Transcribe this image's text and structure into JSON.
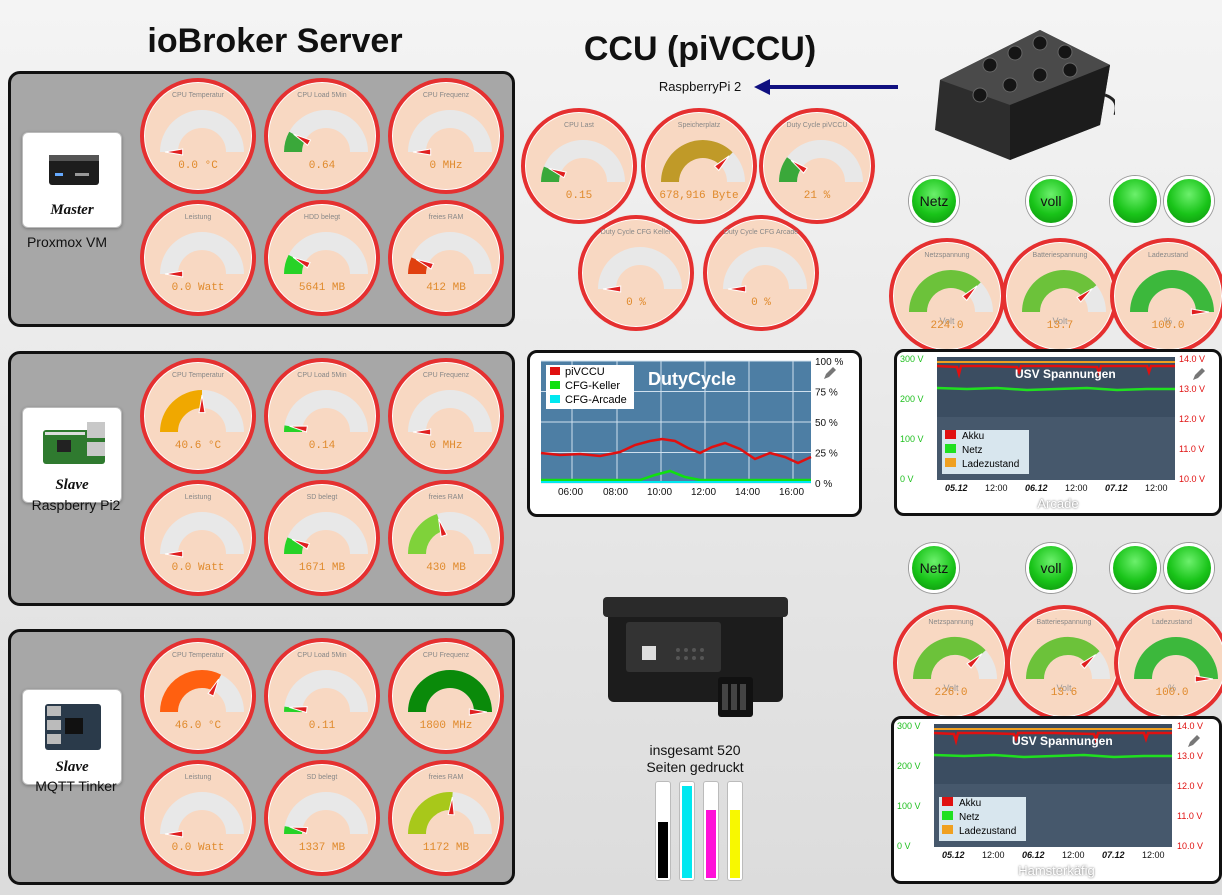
{
  "headings": {
    "ioBroker": "ioBroker Server",
    "ccu": "CCU (piVCCU)",
    "ccu_sub": "RaspberryPi 2"
  },
  "devices": [
    {
      "role": "Master",
      "name": "Proxmox VM"
    },
    {
      "role": "Slave",
      "name": "Raspberry Pi2"
    },
    {
      "role": "Slave",
      "name": "MQTT Tinker"
    }
  ],
  "server_gauges": [
    [
      {
        "label": "CPU Temperatur",
        "value": "0.0 °C",
        "level": 0.0,
        "color": "#e53030"
      },
      {
        "label": "CPU Load 5Min",
        "value": "0.64",
        "level": 0.16,
        "color": "#3aa83a"
      },
      {
        "label": "CPU Frequenz",
        "value": "0 MHz",
        "level": 0.0,
        "color": "#e53030"
      },
      {
        "label": "Leistung",
        "value": "0.0 Watt",
        "level": 0.0,
        "color": "#e53030"
      },
      {
        "label": "HDD belegt",
        "value": "5641 MB",
        "level": 0.15,
        "color": "#27d227"
      },
      {
        "label": "freies RAM",
        "value": "412 MB",
        "level": 0.13,
        "color": "#e04010"
      }
    ],
    [
      {
        "label": "CPU Temperatur",
        "value": "40.6 °C",
        "level": 0.5,
        "color": "#f0a800"
      },
      {
        "label": "CPU Load 5Min",
        "value": "0.14",
        "level": 0.05,
        "color": "#27d227"
      },
      {
        "label": "CPU Frequenz",
        "value": "0 MHz",
        "level": 0.0,
        "color": "#e53030"
      },
      {
        "label": "Leistung",
        "value": "0.0 Watt",
        "level": 0.0,
        "color": "#e53030"
      },
      {
        "label": "SD belegt",
        "value": "1671 MB",
        "level": 0.13,
        "color": "#27d227"
      },
      {
        "label": "freies RAM",
        "value": "430 MB",
        "level": 0.4,
        "color": "#7fd23a"
      }
    ],
    [
      {
        "label": "CPU Temperatur",
        "value": "46.0 °C",
        "level": 0.65,
        "color": "#ff6010"
      },
      {
        "label": "CPU Load 5Min",
        "value": "0.11",
        "level": 0.04,
        "color": "#27d227"
      },
      {
        "label": "CPU Frequenz",
        "value": "1800 MHz",
        "level": 1.0,
        "color": "#0a8a0a"
      },
      {
        "label": "Leistung",
        "value": "0.0 Watt",
        "level": 0.0,
        "color": "#e53030"
      },
      {
        "label": "SD belegt",
        "value": "1337 MB",
        "level": 0.06,
        "color": "#27d227"
      },
      {
        "label": "freies RAM",
        "value": "1172 MB",
        "level": 0.52,
        "color": "#a8c81a"
      }
    ]
  ],
  "ccu_gauges": [
    {
      "label": "CPU Last",
      "value": "0.15",
      "level": 0.12,
      "color": "#3aa83a"
    },
    {
      "label": "Speicherplatz",
      "value": "678,916 Byte",
      "level": 0.75,
      "color": "#c09a28"
    },
    {
      "label": "Duty Cycle piVCCU",
      "value": "21 %",
      "level": 0.2,
      "color": "#3aa83a"
    },
    {
      "label": "Duty Cycle CFG Keller",
      "value": "0 %",
      "level": 0.0,
      "color": "#e53030"
    },
    {
      "label": "Duty Cycle CFG Arcade",
      "value": "0 %",
      "level": 0.0,
      "color": "#e53030"
    }
  ],
  "ups": [
    {
      "leds": [
        "Netz",
        "voll",
        "",
        ""
      ],
      "gauges": [
        {
          "label": "Netzspannung",
          "unit": "Volt",
          "value": "224.0",
          "level": 0.75,
          "color": "#6cc23a"
        },
        {
          "label": "Batteriespannung",
          "unit": "Volt",
          "value": "13.7",
          "level": 0.78,
          "color": "#6cc23a"
        },
        {
          "label": "Ladezustand",
          "unit": "%",
          "value": "100.0",
          "level": 1.0,
          "color": "#3cb83c"
        }
      ],
      "chart": {
        "title": "USV Spannungen",
        "location": "Arcade",
        "yleft": [
          "300 V",
          "200 V",
          "100 V",
          "0 V"
        ],
        "yright": [
          "14.0 V",
          "13.0 V",
          "12.0 V",
          "11.0 V",
          "10.0 V"
        ],
        "xlabels": [
          "05.12",
          "12:00",
          "06.12",
          "12:00",
          "07.12",
          "12:00"
        ],
        "legend": [
          "Akku",
          "Netz",
          "Ladezustand"
        ]
      }
    },
    {
      "leds": [
        "Netz",
        "voll",
        "",
        ""
      ],
      "gauges": [
        {
          "label": "Netzspannung",
          "unit": "Volt",
          "value": "226.0",
          "level": 0.76,
          "color": "#6cc23a"
        },
        {
          "label": "Batteriespannung",
          "unit": "Volt",
          "value": "13.6",
          "level": 0.77,
          "color": "#6cc23a"
        },
        {
          "label": "Ladezustand",
          "unit": "%",
          "value": "100.0",
          "level": 1.0,
          "color": "#3cb83c"
        }
      ],
      "chart": {
        "title": "USV Spannungen",
        "location": "Hamsterkäfig",
        "yleft": [
          "300 V",
          "200 V",
          "100 V",
          "0 V"
        ],
        "yright": [
          "14.0 V",
          "13.0 V",
          "12.0 V",
          "11.0 V",
          "10.0 V"
        ],
        "xlabels": [
          "05.12",
          "12:00",
          "06.12",
          "12:00",
          "07.12",
          "12:00"
        ],
        "legend": [
          "Akku",
          "Netz",
          "Ladezustand"
        ]
      }
    }
  ],
  "dutycycle": {
    "title": "DutyCycle",
    "legend": [
      "piVCCU",
      "CFG-Keller",
      "CFG-Arcade"
    ],
    "yticks": [
      "100 %",
      "75 %",
      "50 %",
      "25 %",
      "0 %"
    ],
    "xticks": [
      "06:00",
      "08:00",
      "10:00",
      "12:00",
      "14:00",
      "16:00"
    ]
  },
  "printer": {
    "line1": "insgesamt 520",
    "line2": "Seiten gedruckt",
    "ink": [
      {
        "color": "#000000",
        "level": 0.6
      },
      {
        "color": "#00e8f0",
        "level": 0.98
      },
      {
        "color": "#ff10d8",
        "level": 0.72
      },
      {
        "color": "#f8f800",
        "level": 0.72
      }
    ]
  }
}
